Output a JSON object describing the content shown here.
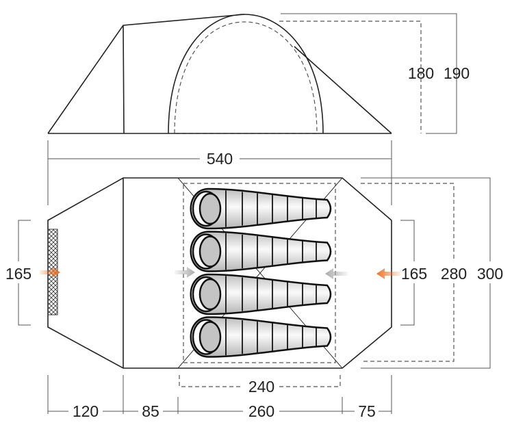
{
  "side_view": {
    "height_inner": "180",
    "height_outer": "190"
  },
  "plan_view": {
    "total_length": "540",
    "door_width_left": "165",
    "door_width_right": "165",
    "inner_width": "280",
    "outer_width": "300",
    "inner_length": "240",
    "segments": [
      "120",
      "85",
      "260",
      "75"
    ],
    "sleeping_bags": 4
  },
  "colors": {
    "arrow_door": "#e8732a",
    "arrow_inner": "#aaaaaa",
    "inner_floor": "#eeeae8"
  }
}
